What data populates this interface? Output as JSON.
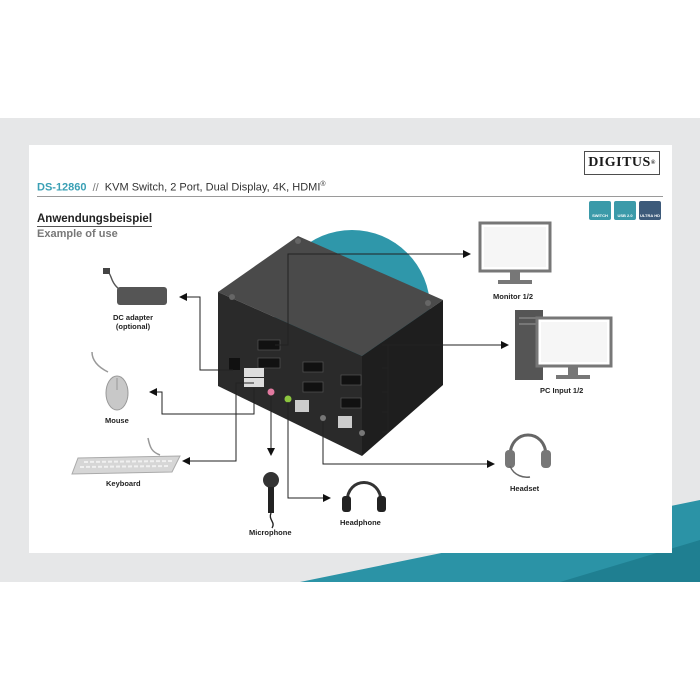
{
  "brand": {
    "logo_text": "DIGITUS",
    "registered": "®"
  },
  "header": {
    "model": "DS-12860",
    "separator": "//",
    "description": "KVM Switch, 2 Port, Dual Display, 4K, HDMI",
    "registered": "®"
  },
  "section": {
    "title_de": "Anwendungsbeispiel",
    "title_en": "Example of use"
  },
  "badges": [
    {
      "icon": "switch-icon",
      "label": "SWITCH"
    },
    {
      "icon": "usb-icon",
      "label": "USB 2.0"
    },
    {
      "icon": "ultra-hd-icon",
      "label": "ULTRA HD"
    }
  ],
  "device_labels": {
    "dc_adapter": "DC adapter",
    "dc_adapter_note": "(optional)",
    "mouse": "Mouse",
    "keyboard": "Keyboard",
    "microphone": "Microphone",
    "headphone": "Headphone",
    "headset": "Headset",
    "monitor": "Monitor 1/2",
    "pc_input": "PC Input 1/2"
  },
  "colors": {
    "accent": "#3aa0b5",
    "teal_shape": "#2b93a6",
    "device_body": "#2e2e2e"
  }
}
